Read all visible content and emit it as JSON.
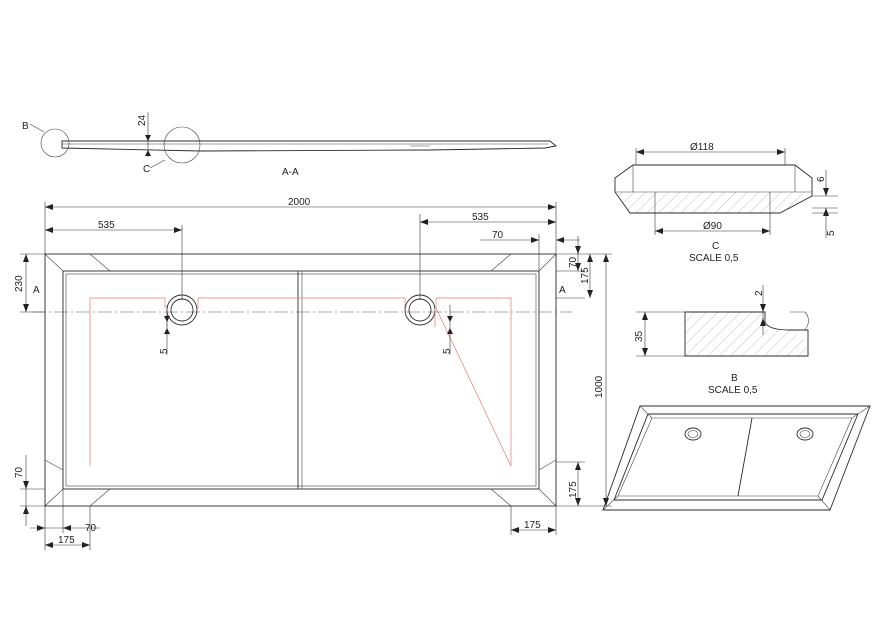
{
  "section_label": "A-A",
  "section_marker": "A",
  "detail_b": {
    "label": "B",
    "scale": "SCALE 0,5"
  },
  "detail_c": {
    "label": "C",
    "scale": "SCALE 0,5"
  },
  "dims": {
    "total_width": "2000",
    "drain_offset_left": "535",
    "drain_offset_right": "535",
    "inner_offset_top_right": "70",
    "rim_top_left": "230",
    "depth_24": "24",
    "drain_5_left": "5",
    "drain_5_right": "5",
    "side_70_right": "70",
    "side_175_right": "175",
    "total_depth": "1000",
    "bottom_70_left": "70",
    "bottom_175_right": "175",
    "bottom_70_under": "70",
    "bottom_175_left": "175",
    "bottom_175_right_under": "175",
    "diameter_outer": "Ø118",
    "diameter_inner": "Ø90",
    "c_depth_6": "6",
    "c_depth_5": "5",
    "b_depth_2": "2",
    "b_height_35": "35"
  },
  "colors": {
    "line": "#2a2a2a",
    "hidden_outline": "#e07a7a"
  }
}
